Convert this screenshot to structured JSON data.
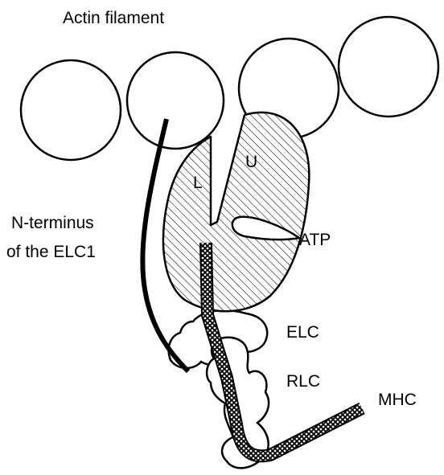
{
  "labels": {
    "actin": "Actin filament",
    "nterm_line1": "N-terminus",
    "nterm_line2": "of the ELC1",
    "upper_domain": "U",
    "lower_domain": "L",
    "atp": "ATP",
    "elc": "ELC",
    "rlc": "RLC",
    "mhc": "MHC"
  }
}
